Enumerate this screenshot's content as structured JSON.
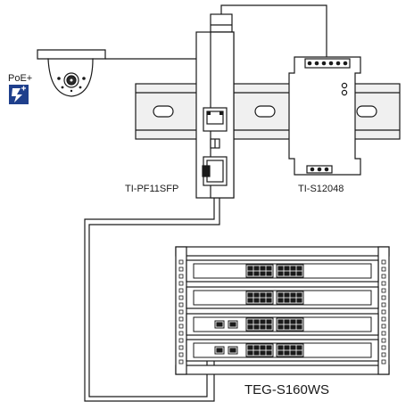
{
  "labels": {
    "poe": "PoE+",
    "injector": "TI-PF11SFP",
    "power_supply": "TI-S12048",
    "switch": "TEG-S160WS"
  },
  "colors": {
    "line": "#1a1a1a",
    "rail": "#eeeeee",
    "device_fill": "#ffffff",
    "poe_badge": "#1f3f8c",
    "camera_lens": "#2a2a2a"
  },
  "icons": {
    "poe_badge": "lightning-bolt-icon",
    "camera": "dome-camera-icon"
  }
}
